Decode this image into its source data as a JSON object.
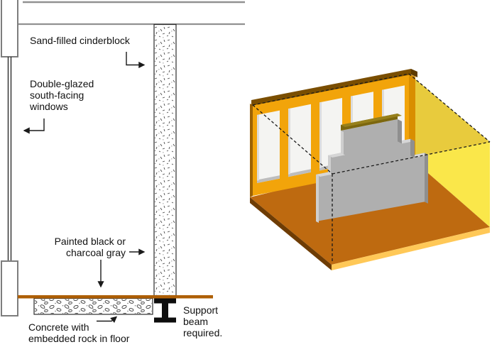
{
  "diagram": {
    "section_labels": {
      "cinderblock": "Sand-filled cinderblock",
      "windows": [
        "Double-glazed",
        "south-facing",
        "windows"
      ],
      "painted": [
        "Painted black or",
        "charcoal gray"
      ],
      "concrete": [
        "Concrete with",
        "embedded rock in floor"
      ],
      "support": [
        "Support",
        "beam",
        "required."
      ]
    },
    "colors": {
      "floor_line_brown": "#AE5F05",
      "beam_black": "#0d0d0d",
      "ceiling_gray": "#919191"
    }
  },
  "illustration": {
    "colors": {
      "wall_orange": "#F2A40A",
      "wall_cap_brown": "#7A4E00",
      "wall_end_orange": "#D98E00",
      "glass_white": "#F4F4F2",
      "right_wall_yellow": "#FAE74A",
      "sun_plane_yellow": "#E6C83C",
      "floor_orange": "#BE6A10",
      "floor_edge_gold": "#FFC857",
      "floor_edge_dark": "#6E3C04",
      "mass_wall_gray": "#AFAFAF",
      "mass_wall_top_gray": "#D6D6D6",
      "mass_wall_side_dark": "#8F8F8F",
      "mass_wall_side_light": "#CFCFCF",
      "mass_cap_olive": "#97801C"
    }
  }
}
